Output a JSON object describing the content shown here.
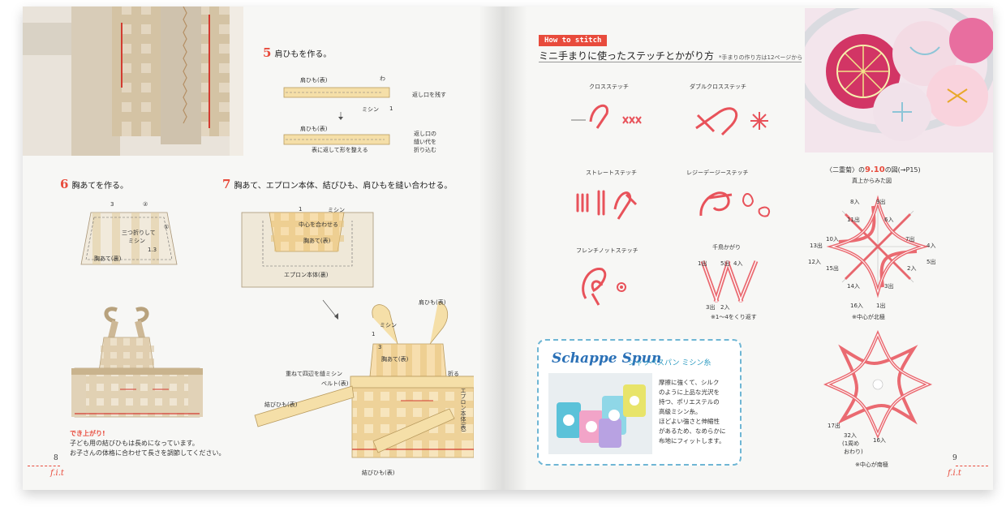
{
  "left_page": {
    "step5": {
      "num": "5",
      "title": "肩ひもを作る。",
      "labels": {
        "shoulder_back": "肩ひも(表)",
        "wa": "わ",
        "sewing": "ミシン",
        "one": "1",
        "return_opening": "返し口を残す",
        "shoulder_front": "肩ひも(表)",
        "turn_shape": "表に返して形を整える",
        "fold_in": [
          "返し口の",
          "縫い代を",
          "折り込む"
        ]
      }
    },
    "step6": {
      "num": "6",
      "title": "胸あてを作る。",
      "labels": {
        "three": "3",
        "circle2": "②",
        "circle1": "①",
        "fold3": "三つ折りして",
        "sewing": "ミシン",
        "one_three": "1.3",
        "bib_back": "胸あて(裏)"
      }
    },
    "step7": {
      "num": "7",
      "title": "胸あて、エプロン本体、結びひも、肩ひもを縫い合わせる。",
      "labels": {
        "one": "1",
        "sewing": "ミシン",
        "align_center": "中心を合わせる",
        "bib_front": "胸あて(表)",
        "apron_back": "エプロン本体(裏)",
        "shoulder_front": "肩ひも(表)",
        "sewing2": "ミシン",
        "one2": "1",
        "three": "3",
        "bib_front2": "胸あて(表)",
        "overlap_sew": "重ねて四辺を縫ミシン",
        "belt_front": "ベルト(表)",
        "fold": "折る",
        "apron_front": "エプロン本体(表)",
        "tie_front": "結びひも(表)",
        "tie_front2": "結びひも(表)"
      }
    },
    "finished": {
      "title": "でき上がり!",
      "lines": [
        "子ども用の結びひもは長めになっています。",
        "お子さんの体格に合わせて長さを調節してください。"
      ]
    },
    "folio": "8",
    "logo": "f.i.t"
  },
  "right_page": {
    "howto_tag": "How to stitch",
    "title": "ミニ手まりに使ったステッチとかがり方",
    "title_note": "*手まりの作り方は12ページから",
    "stitches": [
      {
        "label": "クロスステッチ"
      },
      {
        "label": "ダブルクロスステッチ"
      },
      {
        "label": "ストレートステッチ"
      },
      {
        "label": "レジーデージーステッチ"
      },
      {
        "label": "フレンチノットステッチ"
      },
      {
        "label": "千鳥かがり"
      }
    ],
    "chidori": {
      "labels": [
        "1出",
        "5出",
        "4入",
        "3出",
        "2入"
      ],
      "note": "※1〜4をくり返す"
    },
    "diagram": {
      "caption_pre": "〈二重菊〉の",
      "caption_num": "9.10",
      "caption_post": "の図(→P15)",
      "subtitle": "真上からみた図",
      "labels": [
        "8入",
        "9出",
        "11出",
        "6入",
        "10入",
        "7出",
        "13出",
        "4入",
        "12入",
        "5出",
        "15出",
        "2入",
        "14入",
        "3出",
        "16入",
        "1出"
      ],
      "center_note": "※中心が北極",
      "lower_labels": [
        "17出",
        "32入",
        "(1周め",
        "おわり)",
        "16入"
      ],
      "south_note": "※中心が南極"
    },
    "product": {
      "brand": "Schappe Spun",
      "brand_kana": "シャッペスパン",
      "brand_suffix": "ミシン糸",
      "desc": [
        "摩擦に強くて、シルク",
        "のように上品な光沢を",
        "持つ、ポリエステルの",
        "高級ミシン糸。",
        "ほどよい強さと伸縮性",
        "があるため、なめらかに",
        "布地にフィットします。"
      ]
    },
    "folio": "9",
    "logo": "f.i.t"
  },
  "colors": {
    "accent": "#e84b3c",
    "blue": "#2a70b6",
    "beige": "#f5dfa8",
    "check": "#e0c48a"
  }
}
